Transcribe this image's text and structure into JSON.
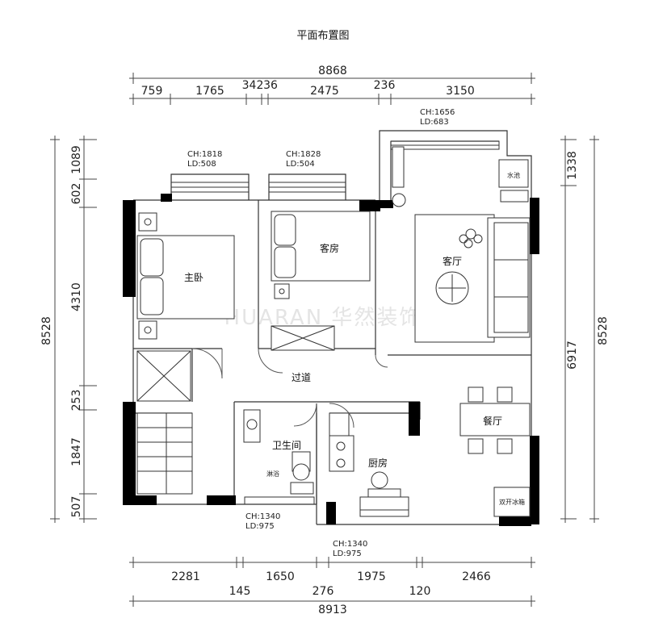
{
  "title": "平面布置图",
  "watermark": "HUARAN 华然装饰",
  "dimensions": {
    "top_total": "8868",
    "top_segments": [
      "759",
      "1765",
      "342",
      "36",
      "2475",
      "236",
      "3150"
    ],
    "bottom_segments_row1": [
      "2281",
      "1650",
      "1975",
      "2466"
    ],
    "bottom_segments_row2": [
      "145",
      "276",
      "120"
    ],
    "bottom_total": "8913",
    "left_total": "8528",
    "left_segments": [
      "1089",
      "602",
      "4310",
      "253",
      "1847",
      "507"
    ],
    "right_total": "8528",
    "right_segments": [
      "1338",
      "6917"
    ]
  },
  "rooms": {
    "master_bedroom": "主卧",
    "guest_room": "客房",
    "living_room": "客厅",
    "corridor": "过道",
    "bathroom": "卫生间",
    "kitchen": "厨房",
    "dining_room": "餐厅"
  },
  "fixtures": {
    "sink": "水池",
    "shower": "淋浴",
    "fridge": "双开冰箱"
  },
  "window_notes": {
    "master": {
      "ch": "CH:1818",
      "ld": "LD:508"
    },
    "guest": {
      "ch": "CH:1828",
      "ld": "LD:504"
    },
    "living": {
      "ch": "CH:1656",
      "ld": "LD:683"
    },
    "bath": {
      "ch": "CH:1340",
      "ld": "LD:975"
    },
    "kitchen": {
      "ch": "CH:1340",
      "ld": "LD:975"
    }
  }
}
